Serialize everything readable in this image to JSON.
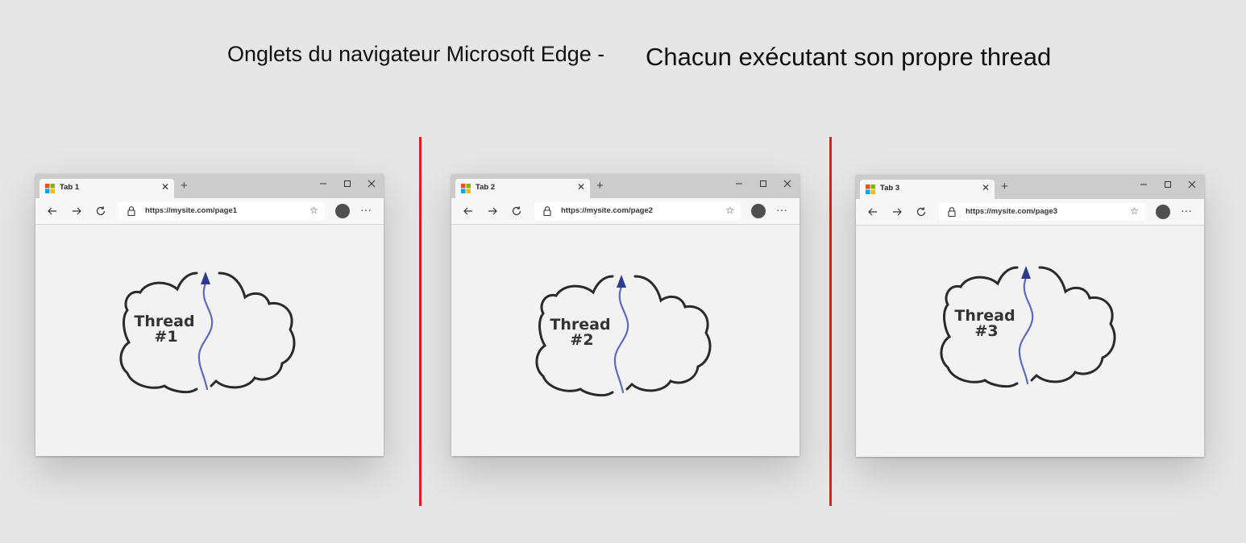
{
  "title": {
    "part1": "Onglets du navigateur Microsoft Edge -",
    "part2": "Chacun exécutant son propre thread"
  },
  "colors": {
    "divider": "#e01c1c",
    "thread_arrow": "#2b3b8f",
    "thread_line": "#5a6bc0",
    "cloud_outline": "#2a2a2a"
  },
  "windows": [
    {
      "tab_label": "Tab 1",
      "url": "https://mysite.com/page1",
      "thread_line1": "Thread",
      "thread_line2": "#1",
      "icons": [
        "microsoft-logo",
        "close-icon",
        "plus-icon",
        "minimize-icon",
        "maximize-icon",
        "close-icon",
        "back-arrow-icon",
        "forward-arrow-icon",
        "refresh-icon",
        "lock-icon",
        "star-icon",
        "avatar",
        "more-icon"
      ]
    },
    {
      "tab_label": "Tab 2",
      "url": "https://mysite.com/page2",
      "thread_line1": "Thread",
      "thread_line2": "#2",
      "icons": [
        "microsoft-logo",
        "close-icon",
        "plus-icon",
        "minimize-icon",
        "maximize-icon",
        "close-icon",
        "back-arrow-icon",
        "forward-arrow-icon",
        "refresh-icon",
        "lock-icon",
        "star-icon",
        "avatar",
        "more-icon"
      ]
    },
    {
      "tab_label": "Tab 3",
      "url": "https://mysite.com/page3",
      "thread_line1": "Thread",
      "thread_line2": "#3",
      "icons": [
        "microsoft-logo",
        "close-icon",
        "plus-icon",
        "minimize-icon",
        "maximize-icon",
        "close-icon",
        "back-arrow-icon",
        "forward-arrow-icon",
        "refresh-icon",
        "lock-icon",
        "star-icon",
        "avatar",
        "more-icon"
      ]
    }
  ]
}
